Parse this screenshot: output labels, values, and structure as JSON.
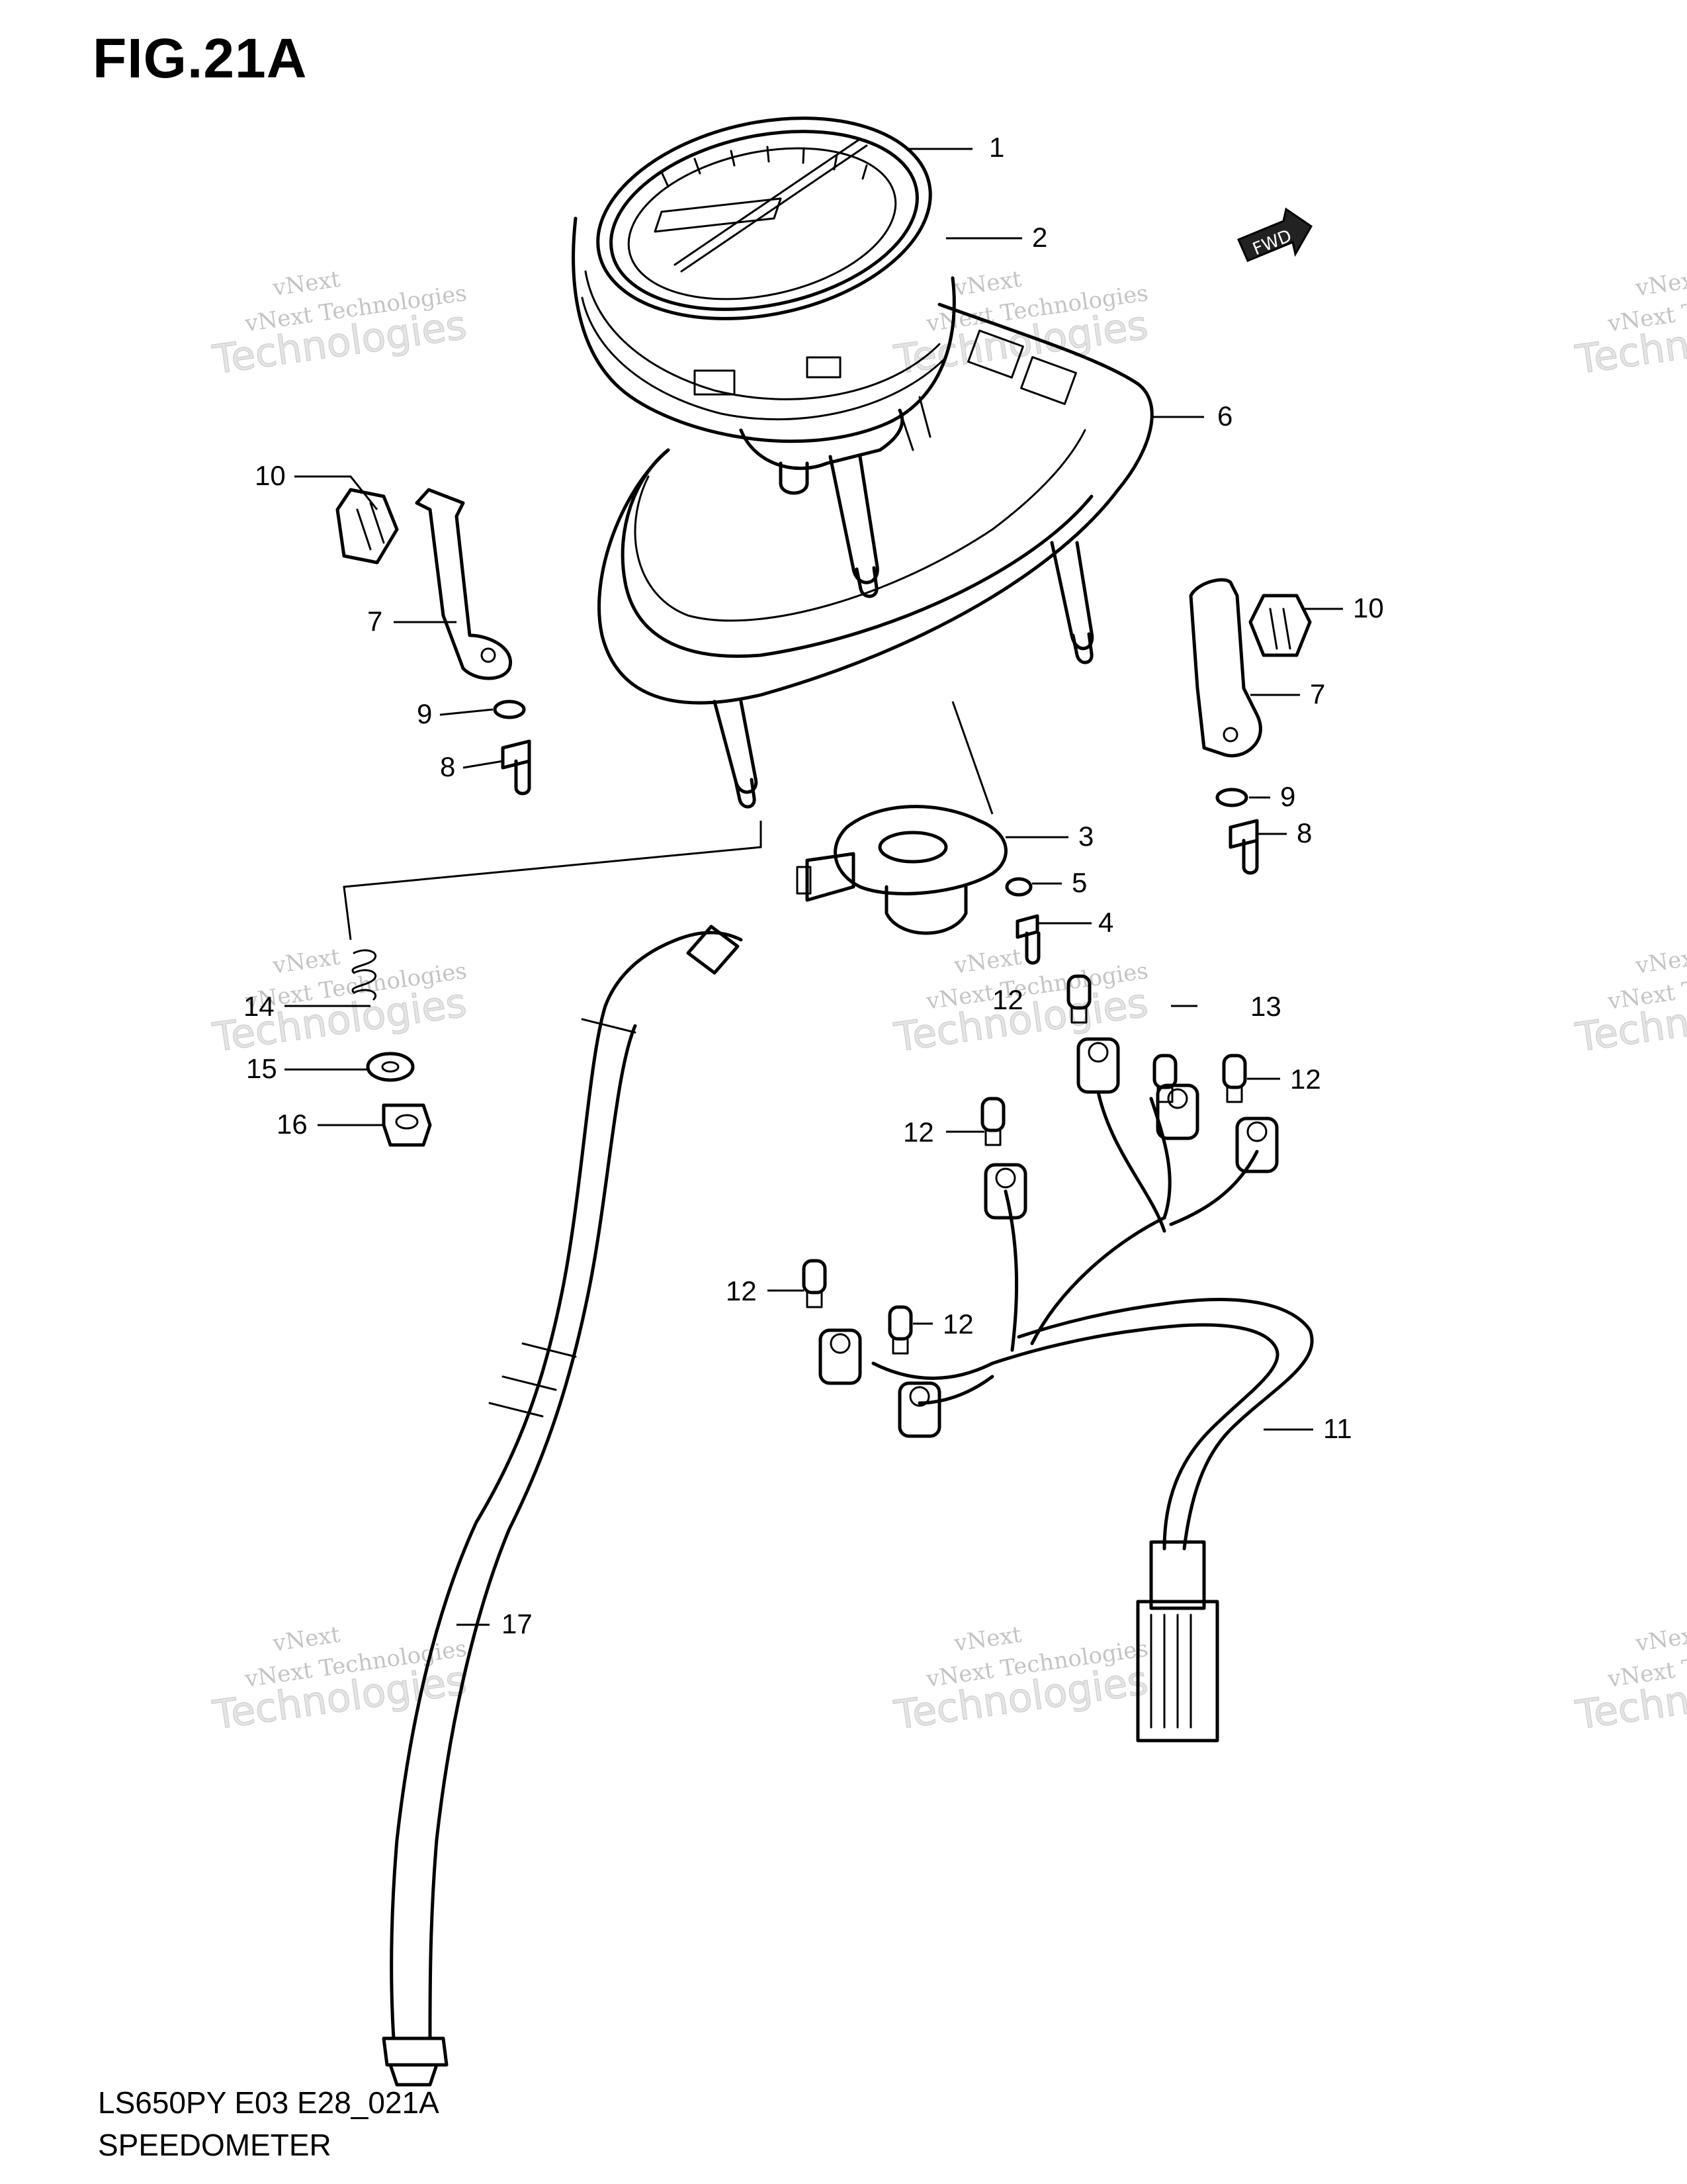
{
  "figure": {
    "title": "FIG.21A",
    "model_code": "LS650PY E03 E28_021A",
    "assembly_name": "SPEEDOMETER",
    "direction_badge": "FWD"
  },
  "watermarks": [
    {
      "brand": "vNext",
      "line": "vNext Technologies",
      "big": "Technologies"
    },
    {
      "brand": "vNext",
      "line": "vNext Technologies",
      "big": "Technologies"
    },
    {
      "brand": "vNext",
      "line": "vNext Technologies",
      "big": "Technologies"
    },
    {
      "brand": "vNext",
      "line": "vNext Technologies",
      "big": "Technologies"
    },
    {
      "brand": "vNext",
      "line": "vNext Technologies",
      "big": "Technologies"
    },
    {
      "brand": "vNext",
      "line": "vNext Technologies",
      "big": "Technologies"
    },
    {
      "brand": "vNext",
      "line": "vNext Technologies",
      "big": "Technologies"
    },
    {
      "brand": "vNext",
      "line": "vNext Technologies",
      "big": "Technologies"
    },
    {
      "brand": "vNext",
      "line": "vNext Technologies",
      "big": "Technologies"
    }
  ],
  "callouts": [
    {
      "label": "1"
    },
    {
      "label": "2"
    },
    {
      "label": "6"
    },
    {
      "label": "10"
    },
    {
      "label": "7"
    },
    {
      "label": "9"
    },
    {
      "label": "8"
    },
    {
      "label": "10"
    },
    {
      "label": "7"
    },
    {
      "label": "3"
    },
    {
      "label": "5"
    },
    {
      "label": "4"
    },
    {
      "label": "9"
    },
    {
      "label": "8"
    },
    {
      "label": "14"
    },
    {
      "label": "15"
    },
    {
      "label": "16"
    },
    {
      "label": "12"
    },
    {
      "label": "13"
    },
    {
      "label": "12"
    },
    {
      "label": "12"
    },
    {
      "label": "12"
    },
    {
      "label": "12"
    },
    {
      "label": "11"
    },
    {
      "label": "17"
    }
  ]
}
